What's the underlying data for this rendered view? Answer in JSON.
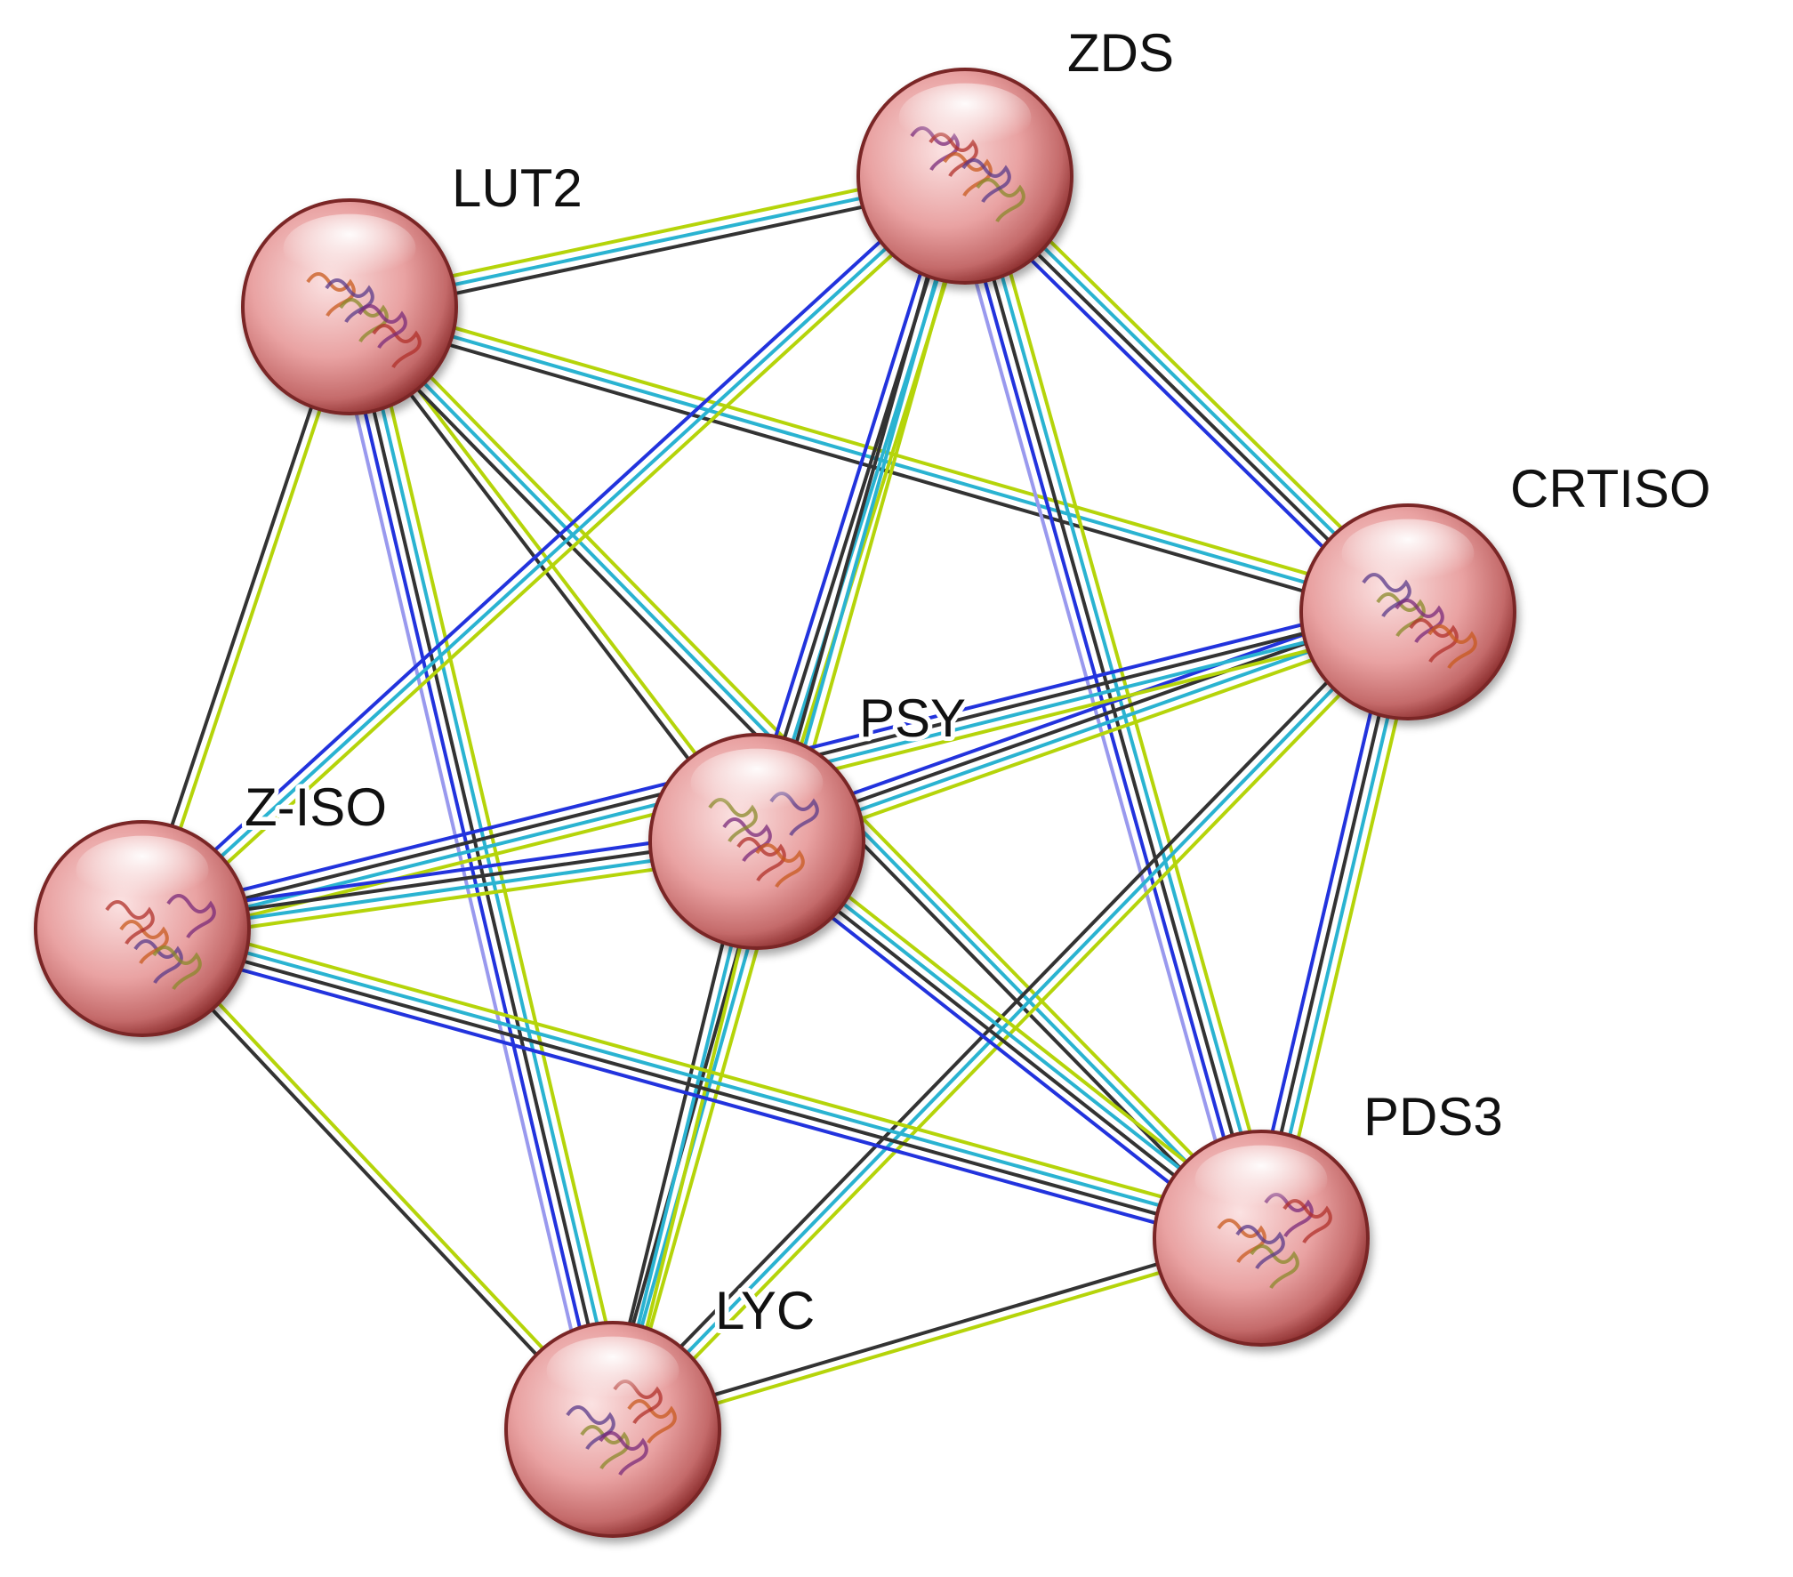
{
  "network": {
    "nodes": [
      {
        "id": "ZDS",
        "label": "ZDS"
      },
      {
        "id": "LUT2",
        "label": "LUT2"
      },
      {
        "id": "CRTISO",
        "label": "CRTISO"
      },
      {
        "id": "PSY",
        "label": "PSY"
      },
      {
        "id": "Z-ISO",
        "label": "Z-ISO"
      },
      {
        "id": "PDS3",
        "label": "PDS3"
      },
      {
        "id": "LYC",
        "label": "LYC"
      }
    ],
    "edges": [
      {
        "source": "LUT2",
        "target": "ZDS",
        "evidence": [
          "#b5d40a",
          "#2ab3d1",
          "#333333"
        ]
      },
      {
        "source": "LUT2",
        "target": "CRTISO",
        "evidence": [
          "#b5d40a",
          "#2ab3d1",
          "#333333"
        ]
      },
      {
        "source": "LUT2",
        "target": "PSY",
        "evidence": [
          "#b5d40a",
          "#333333"
        ]
      },
      {
        "source": "LUT2",
        "target": "Z-ISO",
        "evidence": [
          "#b5d40a",
          "#333333"
        ]
      },
      {
        "source": "LUT2",
        "target": "PDS3",
        "evidence": [
          "#b5d40a",
          "#2ab3d1",
          "#333333"
        ]
      },
      {
        "source": "LUT2",
        "target": "LYC",
        "evidence": [
          "#b5d40a",
          "#2ab3d1",
          "#333333",
          "#2233dd",
          "#9999ee"
        ]
      },
      {
        "source": "ZDS",
        "target": "CRTISO",
        "evidence": [
          "#b5d40a",
          "#2ab3d1",
          "#333333",
          "#2233dd"
        ]
      },
      {
        "source": "ZDS",
        "target": "PSY",
        "evidence": [
          "#b5d40a",
          "#2ab3d1",
          "#333333",
          "#2233dd"
        ]
      },
      {
        "source": "ZDS",
        "target": "Z-ISO",
        "evidence": [
          "#b5d40a",
          "#2ab3d1",
          "#2233dd"
        ]
      },
      {
        "source": "ZDS",
        "target": "PDS3",
        "evidence": [
          "#b5d40a",
          "#2ab3d1",
          "#333333",
          "#2233dd",
          "#9999ee"
        ]
      },
      {
        "source": "ZDS",
        "target": "LYC",
        "evidence": [
          "#b5d40a",
          "#2ab3d1",
          "#333333"
        ]
      },
      {
        "source": "CRTISO",
        "target": "PSY",
        "evidence": [
          "#b5d40a",
          "#2ab3d1",
          "#333333",
          "#2233dd"
        ]
      },
      {
        "source": "CRTISO",
        "target": "Z-ISO",
        "evidence": [
          "#b5d40a",
          "#2ab3d1",
          "#333333",
          "#2233dd"
        ]
      },
      {
        "source": "CRTISO",
        "target": "PDS3",
        "evidence": [
          "#b5d40a",
          "#2ab3d1",
          "#333333",
          "#2233dd"
        ]
      },
      {
        "source": "CRTISO",
        "target": "LYC",
        "evidence": [
          "#b5d40a",
          "#2ab3d1",
          "#333333"
        ]
      },
      {
        "source": "PSY",
        "target": "Z-ISO",
        "evidence": [
          "#b5d40a",
          "#2ab3d1",
          "#333333",
          "#2233dd"
        ]
      },
      {
        "source": "PSY",
        "target": "PDS3",
        "evidence": [
          "#b5d40a",
          "#2ab3d1",
          "#333333",
          "#2233dd"
        ]
      },
      {
        "source": "PSY",
        "target": "LYC",
        "evidence": [
          "#b5d40a",
          "#2ab3d1",
          "#333333"
        ]
      },
      {
        "source": "Z-ISO",
        "target": "PDS3",
        "evidence": [
          "#b5d40a",
          "#2ab3d1",
          "#333333",
          "#2233dd"
        ]
      },
      {
        "source": "Z-ISO",
        "target": "LYC",
        "evidence": [
          "#b5d40a",
          "#333333"
        ]
      },
      {
        "source": "PDS3",
        "target": "LYC",
        "evidence": [
          "#b5d40a",
          "#333333"
        ]
      }
    ]
  },
  "colors": {
    "node_fill_light": "#f4c3c3",
    "node_fill_mid": "#e08a8a",
    "node_fill_dark": "#9c3a3a",
    "node_outline": "#7a2626",
    "label_text": "#111111"
  }
}
